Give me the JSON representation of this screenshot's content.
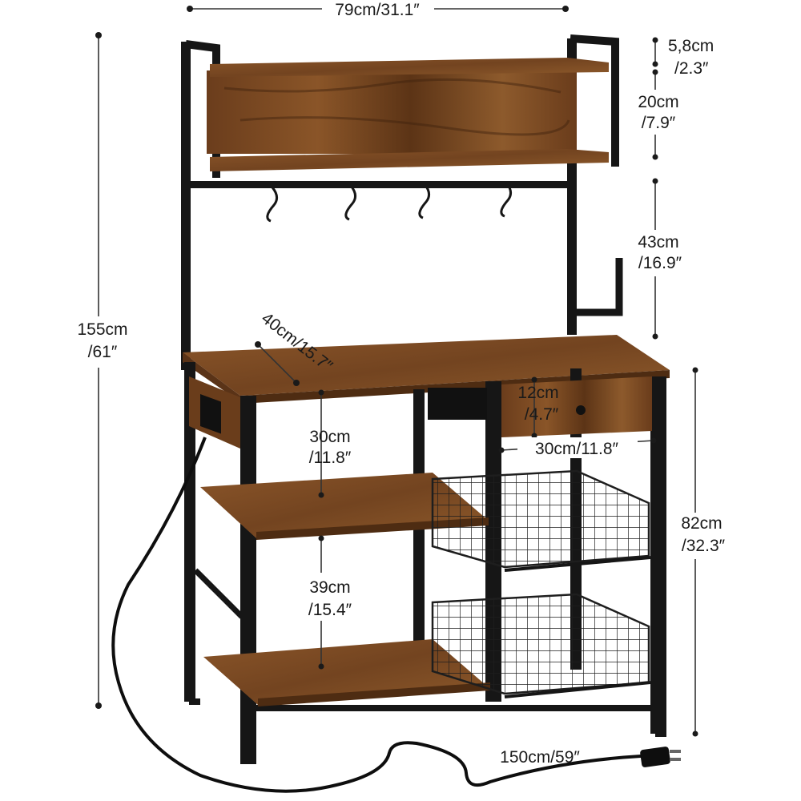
{
  "product": "bakers rack with hutch, hooks, drawer, wire baskets and power outlet",
  "colors": {
    "wood": "#7a4a25",
    "wood_dark": "#4a2a12",
    "frame": "#161616",
    "dimension_line": "#333333",
    "background": "#ffffff"
  },
  "dimensions": {
    "width": "79cm/31.1″",
    "top_rail_1": "5,8cm",
    "top_rail_2": "/2.3″",
    "hutch_height_1": "20cm",
    "hutch_height_2": "/7.9″",
    "upper_gap_1": "43cm",
    "upper_gap_2": "/16.9″",
    "total_height_1": "155cm",
    "total_height_2": "/61″",
    "depth": "40cm/15.7″",
    "shelf_gap_1a": "30cm",
    "shelf_gap_1b": "/11.8″",
    "drawer_height_1": "12cm",
    "drawer_height_2": "/4.7″",
    "drawer_width": "30cm/11.8″",
    "shelf_gap_2a": "39cm",
    "shelf_gap_2b": "/15.4″",
    "counter_height_1": "82cm",
    "counter_height_2": "/32.3″",
    "cord_length": "150cm/59″"
  }
}
